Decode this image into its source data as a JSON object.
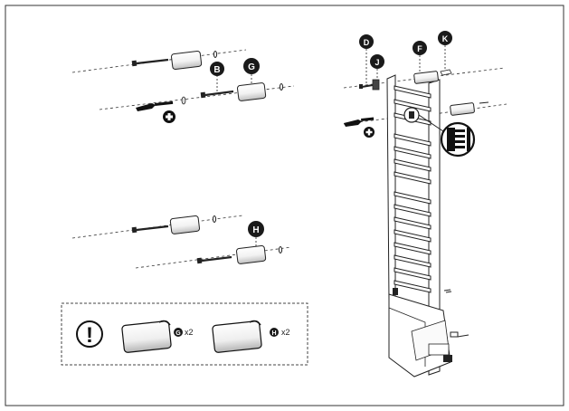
{
  "labels": {
    "B": "B",
    "G": "G",
    "H": "H",
    "D": "D",
    "J": "J",
    "F": "F",
    "K": "K"
  },
  "note": {
    "alert_symbol": "!",
    "item1_label": "G",
    "item1_qty": "x2",
    "item2_label": "H",
    "item2_qty": "x2"
  },
  "icons": {
    "screwdriver": "screwdriver-icon",
    "plus": "plus-circle-icon",
    "alert": "exclamation-circle-icon"
  },
  "colors": {
    "line": "#222222",
    "badge": "#1a1a1a",
    "background": "#ffffff"
  }
}
